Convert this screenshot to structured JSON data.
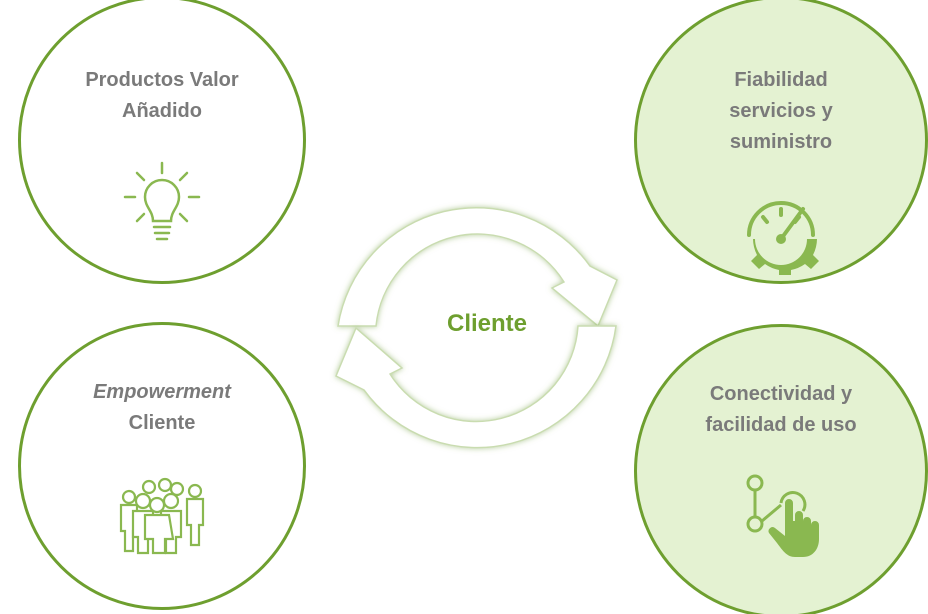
{
  "center": {
    "label": "Cliente"
  },
  "nodes": {
    "top_left": {
      "lines": [
        "Productos Valor",
        "Añadido"
      ],
      "icon": "lightbulb-icon"
    },
    "bottom_left": {
      "line1": "Empowerment",
      "line2": "Cliente",
      "icon": "people-group-icon"
    },
    "top_right": {
      "lines": [
        "Fiabilidad",
        "servicios y",
        "suministro"
      ],
      "icon": "speedometer-gear-icon"
    },
    "bottom_right": {
      "lines": [
        "Conectividad y",
        "facilidad de uso"
      ],
      "icon": "touch-connection-icon"
    }
  },
  "colors": {
    "accent": "#6e9f2f",
    "text": "#7a7a7a",
    "fill_green": "#e4f2d2",
    "icon_green": "#8ab850"
  }
}
